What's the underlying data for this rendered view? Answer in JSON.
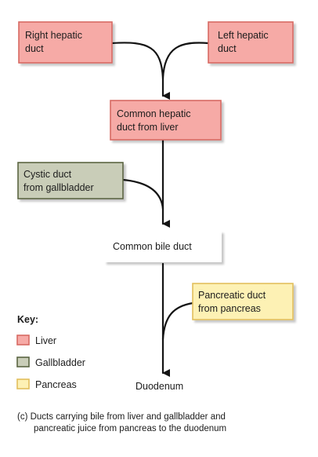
{
  "colors": {
    "liver_fill": "#f6aaa6",
    "liver_stroke": "#d76a63",
    "gallbladder_fill": "#c9cdb8",
    "gallbladder_stroke": "#5b6543",
    "pancreas_fill": "#fdf1b4",
    "pancreas_stroke": "#e2bf5c"
  },
  "boxes": {
    "right_hepatic": {
      "line1": "Right hepatic",
      "line2": "duct"
    },
    "left_hepatic": {
      "line1": "Left hepatic",
      "line2": "duct"
    },
    "common_hepatic": {
      "line1": "Common hepatic",
      "line2": "duct from liver"
    },
    "cystic": {
      "line1": "Cystic duct",
      "line2": "from gallbladder"
    },
    "common_bile": {
      "label": "Common bile duct"
    },
    "pancreatic": {
      "line1": "Pancreatic duct",
      "line2": "from pancreas"
    }
  },
  "duodenum": "Duodenum",
  "key": {
    "title": "Key:",
    "items": [
      "Liver",
      "Gallbladder",
      "Pancreas"
    ]
  },
  "caption": {
    "line1": "(c) Ducts carrying bile from liver and gallbladder and",
    "line2": "pancreatic juice from pancreas to the duodenum"
  }
}
